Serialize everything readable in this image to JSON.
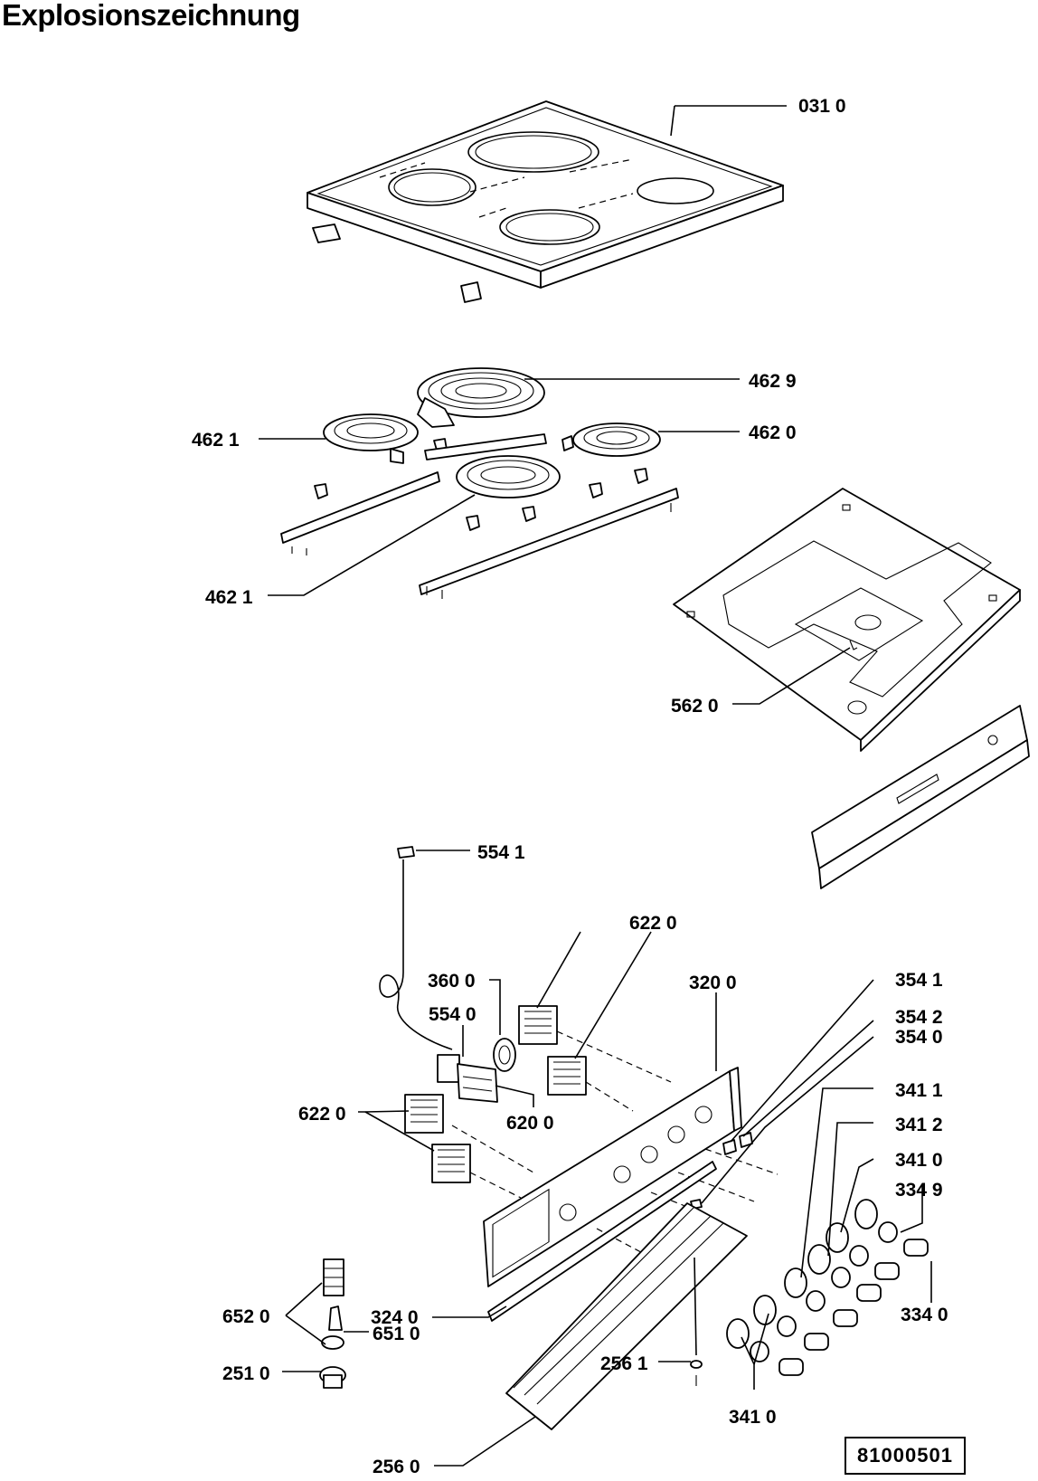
{
  "title": "Explosionszeichnung",
  "drawing_number": "81000501",
  "labels": {
    "l0310": "031 0",
    "l4629": "462 9",
    "l4621a": "462 1",
    "l4620": "462 0",
    "l4621b": "462 1",
    "l5620": "562 0",
    "l5541": "554 1",
    "l6220a": "622 0",
    "l3600": "360 0",
    "l5540": "554 0",
    "l3200": "320 0",
    "l3541": "354 1",
    "l3542": "354 2",
    "l3540": "354 0",
    "l3411": "341 1",
    "l3412": "341 2",
    "l3410a": "341 0",
    "l3349": "334 9",
    "l6220b": "622 0",
    "l6200": "620 0",
    "l3340": "334 0",
    "l3240": "324 0",
    "l6520": "652 0",
    "l6510": "651 0",
    "l2510": "251 0",
    "l2561": "256 1",
    "l3410b": "341 0",
    "l2560": "256 0"
  }
}
